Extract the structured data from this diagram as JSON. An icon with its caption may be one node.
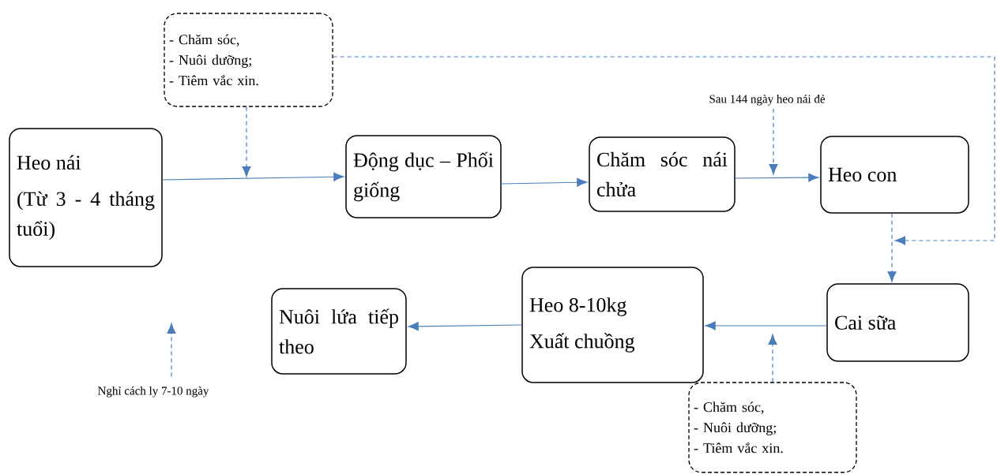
{
  "diagram": {
    "nodes": [
      {
        "text": [
          "Heo nái",
          "(Từ 3 - 4 tháng tuổi)"
        ]
      },
      {
        "text": [
          "Động dục – Phối giống"
        ]
      },
      {
        "text": [
          "Chăm sóc nái chửa"
        ]
      },
      {
        "text": [
          "Heo con"
        ]
      },
      {
        "text": [
          "Cai sữa"
        ]
      },
      {
        "text": [
          "Heo 8-10kg",
          "Xuất chuồng"
        ]
      },
      {
        "text": [
          "Nuôi lứa tiếp theo"
        ]
      },
      {
        "text": [
          "- Chăm sóc,",
          "- Nuôi dưỡng;",
          "- Tiêm vắc xin."
        ]
      },
      {
        "text": [
          "- Chăm sóc,",
          "- Nuôi dưỡng;",
          "- Tiêm vắc xin."
        ]
      },
      {
        "text": [
          "Sau 144 ngày heo nái  đẻ"
        ]
      },
      {
        "text": [
          "Nghỉ cách ly 7-10 ngày"
        ]
      }
    ],
    "edges": [
      {
        "from": 0,
        "to": 1,
        "arrow": "to"
      },
      {
        "from": 1,
        "to": 2,
        "arrow": "to"
      },
      {
        "from": 2,
        "to": 3,
        "arrow": "to"
      },
      {
        "from": 3,
        "to": 4,
        "arrow": "to",
        "style": "dashed"
      },
      {
        "from": 4,
        "to": 5,
        "arrow": "to"
      },
      {
        "from": 5,
        "to": 6,
        "arrow": "to"
      },
      {
        "from": 7,
        "to": null,
        "arrow": "to",
        "style": "dashed"
      },
      {
        "from": 9,
        "to": null,
        "arrow": "to",
        "style": "dashed"
      },
      {
        "from": 8,
        "to": null,
        "arrow": "to",
        "style": "dashed"
      },
      {
        "from": 10,
        "to": null,
        "arrow": "to",
        "style": "dashed"
      },
      {
        "from": 7,
        "to": null,
        "arrow": "to",
        "style": "dashed"
      }
    ]
  }
}
